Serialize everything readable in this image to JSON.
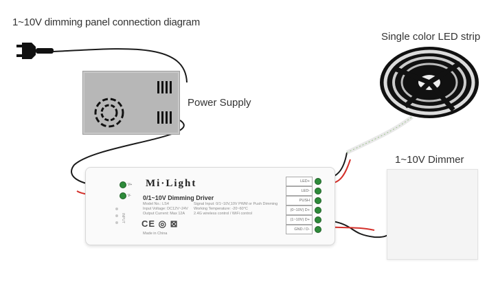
{
  "title": "1~10V dimming panel connection diagram",
  "labels": {
    "power_supply": "Power Supply",
    "led_strip": "Single color LED strip",
    "dimmer": "1~10V Dimmer"
  },
  "driver": {
    "brand": "Mi·Light",
    "model_title": "0/1~10V Dimming Driver",
    "spec_left": [
      "Model No.: LS4",
      "Input Voltage: DC12V~24V",
      "Output Current: Max 12A"
    ],
    "spec_right": [
      "Signal Input: 0/1~10V,10V PWM or Push Dimming",
      "Working Temperature: -20~60°C",
      "2.4G wireless control / WiFi control"
    ],
    "made_in": "Made in China",
    "input_terminals": [
      "V+",
      "V-"
    ],
    "output_terminals": [
      "LED+",
      "LED-",
      "PUSH",
      "(0~10V) D+",
      "(1~10V) D+",
      "GND / D-"
    ],
    "side_text": "INPUT"
  },
  "colors": {
    "wire_black": "#1a1a1a",
    "wire_red": "#d4302a",
    "terminal_green": "#2e8b3a",
    "psu_grey": "#b7b7b7"
  }
}
